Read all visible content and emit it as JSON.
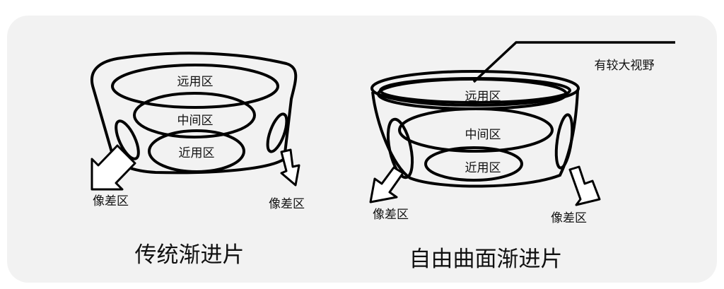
{
  "left_lens": {
    "far_zone": "远用区",
    "middle_zone": "中间区",
    "near_zone": "近用区",
    "distortion_left": "像差区",
    "distortion_right": "像差区",
    "caption": "传统渐进片"
  },
  "right_lens": {
    "far_zone": "远用区",
    "middle_zone": "中间区",
    "near_zone": "近用区",
    "distortion_left": "像差区",
    "distortion_right": "像差区",
    "wide_view_note": "有较大视野",
    "caption": "自由曲面渐进片"
  }
}
